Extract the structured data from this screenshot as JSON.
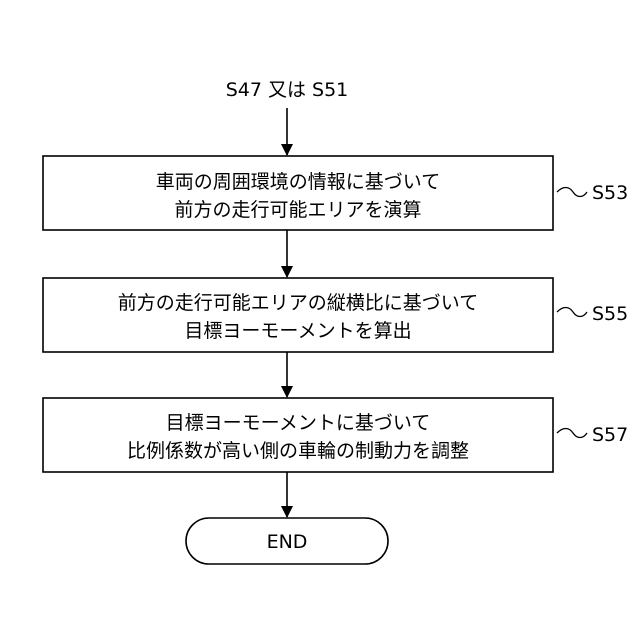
{
  "start_label": "S47 又は S51",
  "steps": [
    {
      "id": "S53",
      "lines": [
        "車両の周囲環境の情報に基づいて",
        "前方の走行可能エリアを演算"
      ]
    },
    {
      "id": "S55",
      "lines": [
        "前方の走行可能エリアの縦横比に基づいて",
        "目標ヨーモーメントを算出"
      ]
    },
    {
      "id": "S57",
      "lines": [
        "目標ヨーモーメントに基づいて",
        "比例係数が高い側の車輪の制動力を調整"
      ]
    }
  ],
  "end_label": "END",
  "colors": {
    "stroke": "#000000",
    "fill": "#ffffff"
  }
}
